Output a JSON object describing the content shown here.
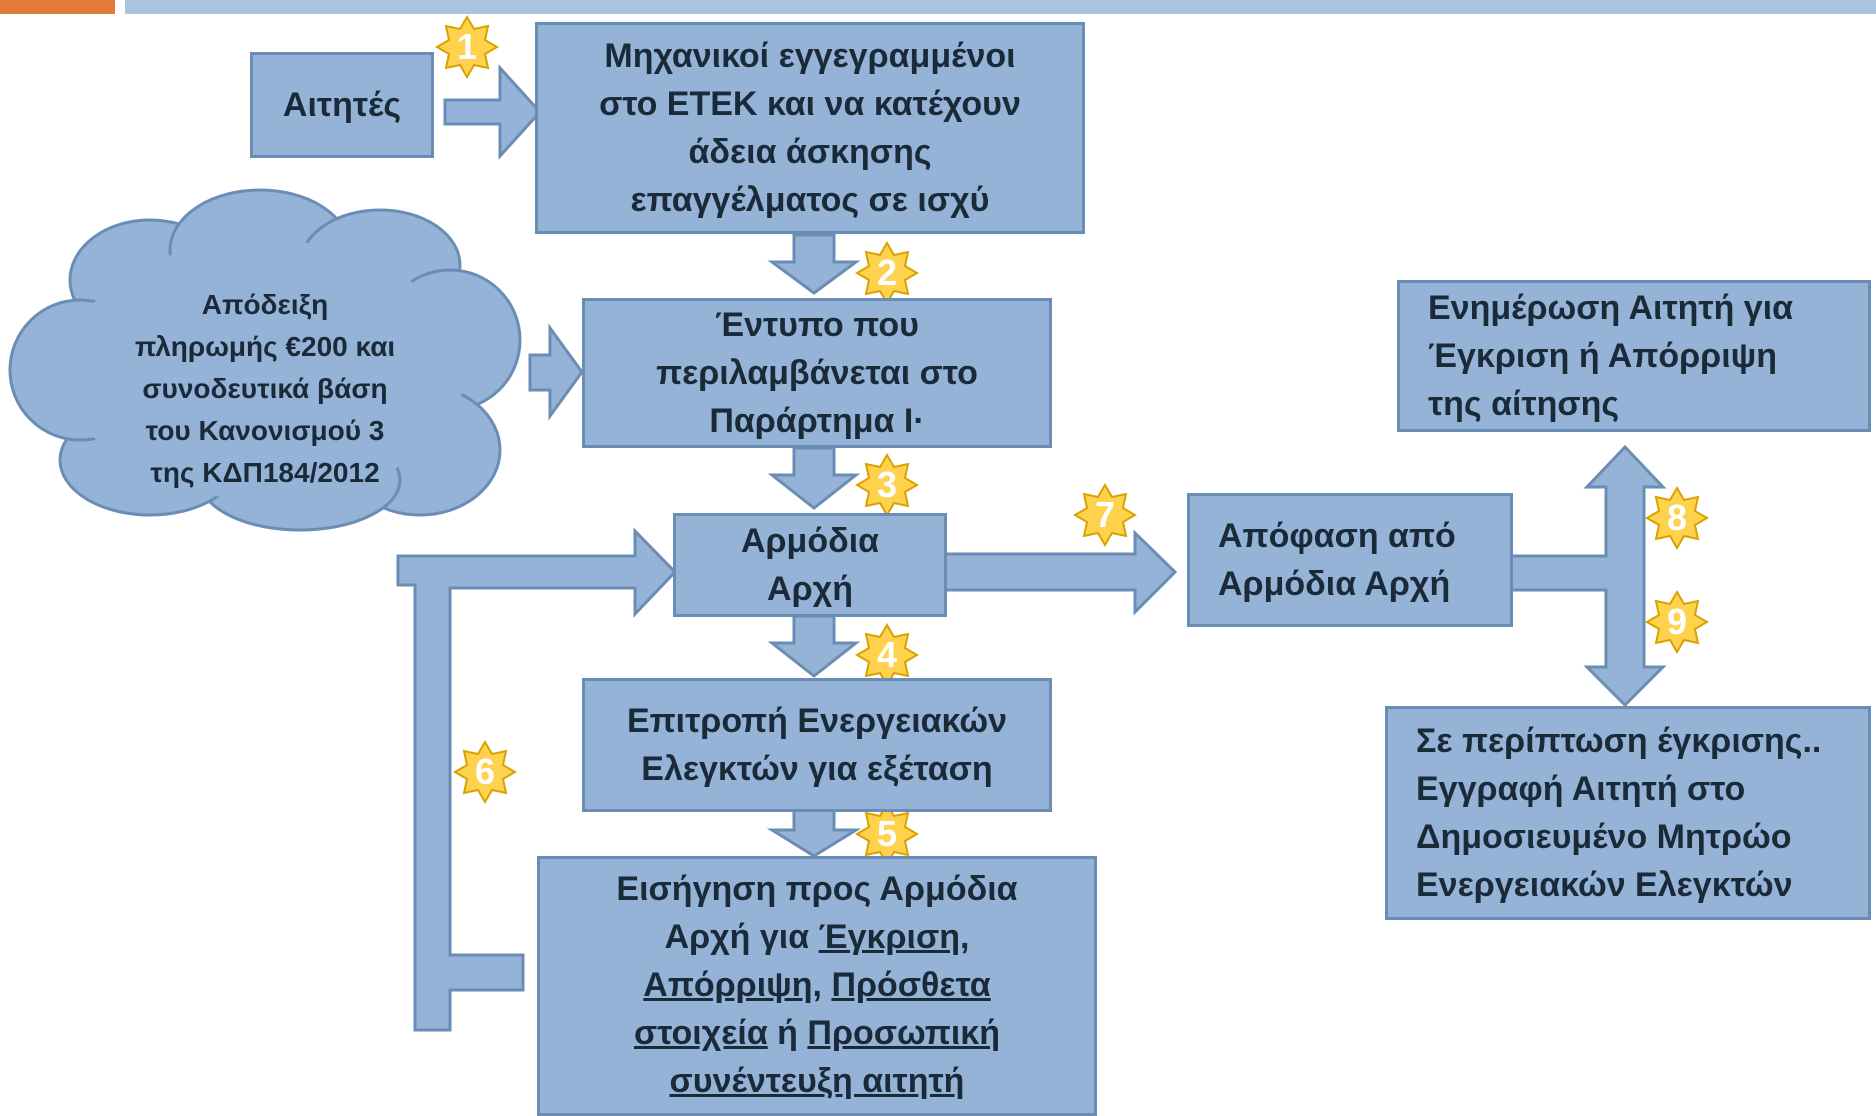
{
  "title_bar": {
    "accent_color": "#e07b39",
    "bar_color": "#a9c4dc"
  },
  "colors": {
    "box_fill": "#95b3d7",
    "box_border": "#6a8db5",
    "badge_fill": "#ffd24d",
    "badge_border": "#d9a200"
  },
  "nodes": {
    "applicants": "Αιτητές",
    "engineers": [
      "Μηχανικοί εγγεγραμμένοι",
      "στο ΕΤΕΚ και να κατέχουν",
      "άδεια άσκησης",
      "επαγγέλματος σε  ισχύ"
    ],
    "receipt": [
      "Απόδειξη",
      "πληρωμής €200 και",
      "συνοδευτικά βάση",
      "του Κανονισμού 3",
      "της ΚΔΠ184/2012"
    ],
    "form": [
      "Έντυπο που",
      "περιλαμβάνεται στο",
      "Παράρτημα Ι·"
    ],
    "authority": [
      "Αρμόδια",
      "Αρχή"
    ],
    "committee": [
      "Επιτροπή Ενεργειακών",
      "Ελεγκτών για εξέταση"
    ],
    "recommendation": {
      "line1": "Εισήγηση προς Αρμόδια",
      "line2_prefix": "Αρχή για ",
      "approval": "Έγκριση",
      "comma1": ",",
      "rejection": "Απόρριψη",
      "comma2": ", ",
      "extra": "Πρόσθετα",
      "extra2": "στοιχεία",
      "or": " ή ",
      "interview": "Προσωπική",
      "interview2": "συνέντευξη αιτητή"
    },
    "decision": [
      "Απόφαση  από",
      "Αρμόδια Αρχή"
    ],
    "notify": [
      "Ενημέρωση Αιτητή για",
      "Έγκριση  ή Απόρριψη",
      "της αίτησης"
    ],
    "register": [
      "Σε περίπτωση έγκρισης..",
      "Εγγραφή Αιτητή στο",
      "Δημοσιευμένο Μητρώο",
      "Ενεργειακών Ελεγκτών"
    ]
  },
  "steps": [
    "1",
    "2",
    "3",
    "4",
    "5",
    "6",
    "7",
    "8",
    "9"
  ]
}
